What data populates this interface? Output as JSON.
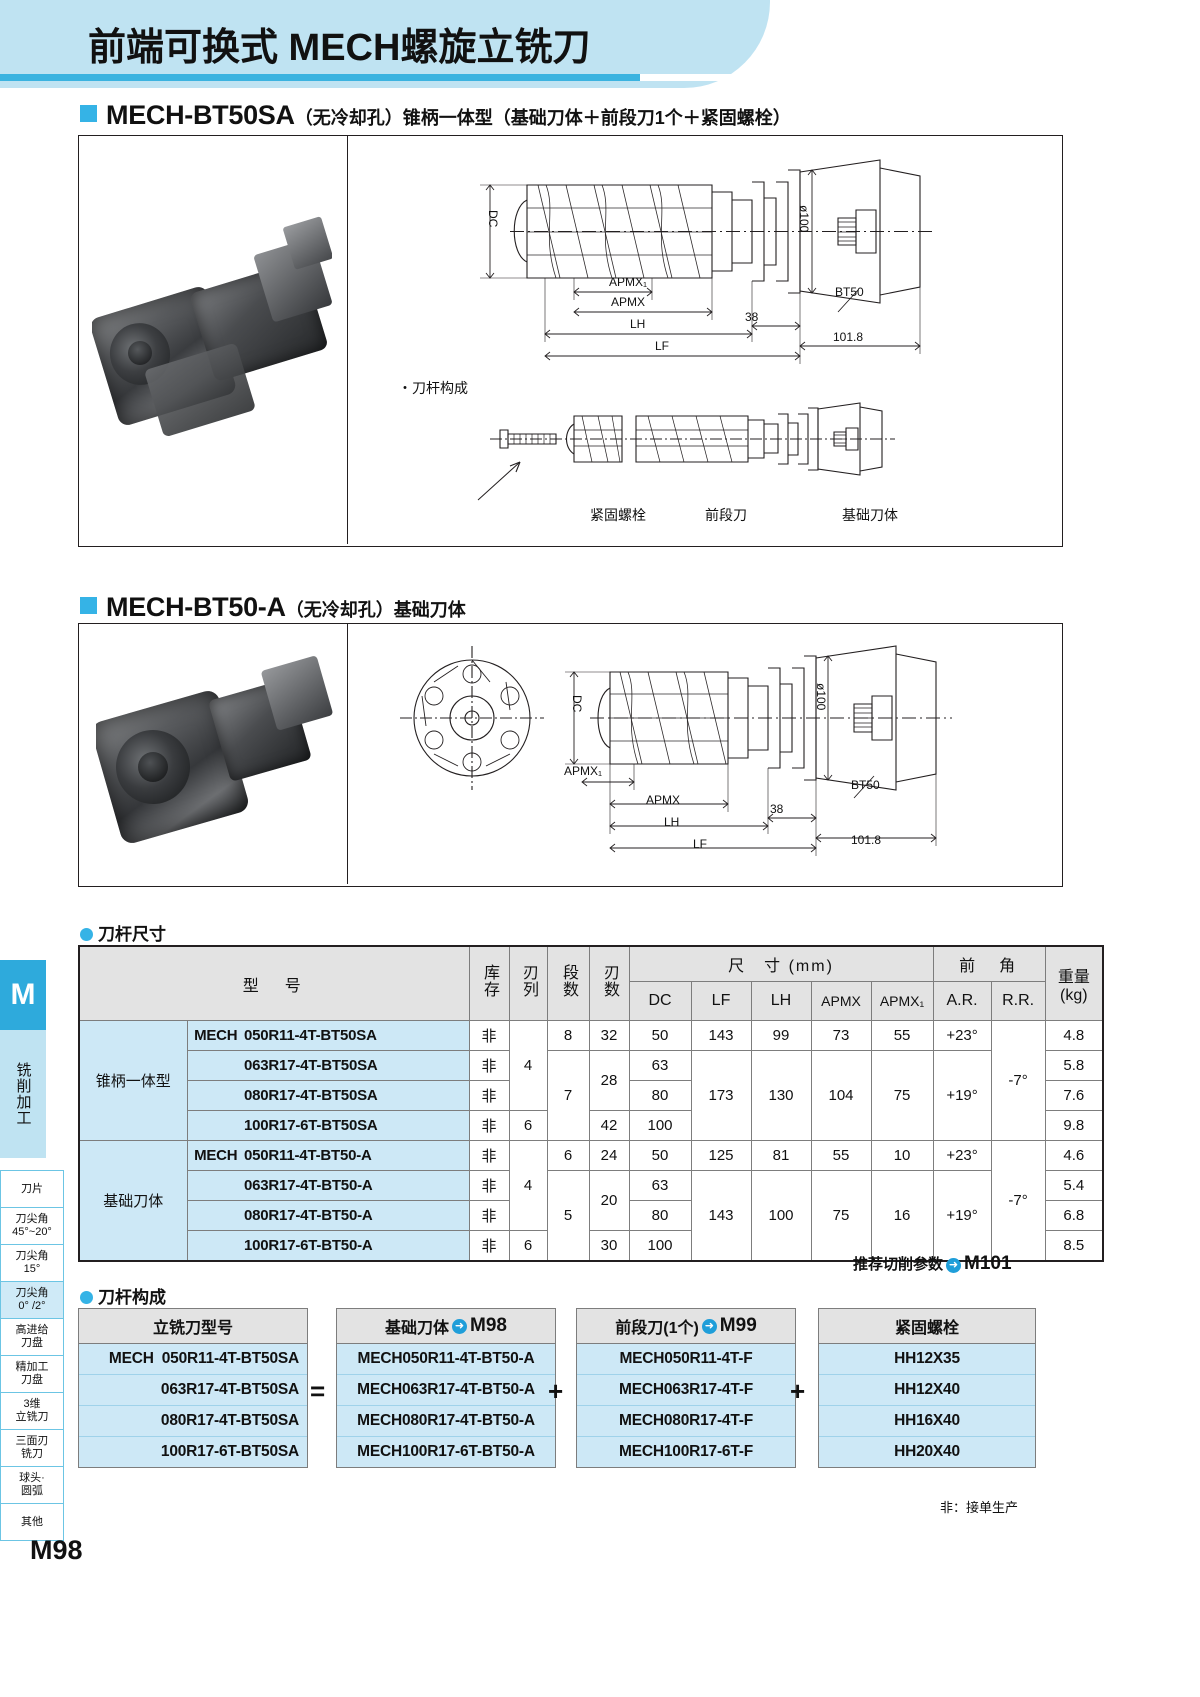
{
  "header": {
    "title": "前端可换式 MECH螺旋立铣刀"
  },
  "sections": [
    {
      "model": "MECH-BT50SA",
      "sub": "（无冷却孔）锥柄一体型（基础刀体＋前段刀1个＋紧固螺栓）"
    },
    {
      "model": "MECH-BT50-A",
      "sub": "（无冷却孔）基础刀体"
    }
  ],
  "figure1": {
    "labels": {
      "dc": "DC",
      "dia100": "ø100",
      "bt50": "BT50",
      "apmx1": "APMX₁",
      "apmx": "APMX",
      "lh": "LH",
      "lf": "LF",
      "len38": "38",
      "len1018": "101.8",
      "assembly_title": "・刀杆构成",
      "screw": "紧固螺栓",
      "front": "前段刀",
      "base": "基础刀体"
    }
  },
  "figure2": {
    "labels": {
      "dc": "DC",
      "dia100": "ø100",
      "bt50": "BT50",
      "apmx1": "APMX₁",
      "apmx": "APMX",
      "lh": "LH",
      "lf": "LF",
      "len38": "38",
      "len1018": "101.8"
    }
  },
  "sidebar": {
    "badge": "M",
    "category": "铣削加工",
    "items": [
      {
        "lines": [
          "刀片"
        ],
        "highlight": false
      },
      {
        "lines": [
          "刀尖角",
          "45°~20°"
        ],
        "highlight": false
      },
      {
        "lines": [
          "刀尖角",
          "15°"
        ],
        "highlight": false
      },
      {
        "lines": [
          "刀尖角",
          "0° /2°"
        ],
        "highlight": true
      },
      {
        "lines": [
          "高进给",
          "刀盘"
        ],
        "highlight": false
      },
      {
        "lines": [
          "精加工",
          "刀盘"
        ],
        "highlight": false
      },
      {
        "lines": [
          "3维",
          "立铣刀"
        ],
        "highlight": false
      },
      {
        "lines": [
          "三面刃",
          "铣刀"
        ],
        "highlight": false
      },
      {
        "lines": [
          "球头·",
          "圆弧"
        ],
        "highlight": false
      },
      {
        "lines": [
          "其他"
        ],
        "highlight": false
      }
    ]
  },
  "spec_table": {
    "title": "刀杆尺寸",
    "headers": {
      "model": "型　号",
      "stock": "库存",
      "flute_rows": "刃列",
      "stages": "段数",
      "flutes": "刃数",
      "dimensions": "尺　寸 (mm)",
      "rake": "前　角",
      "weight": "重量\n(kg)",
      "weight_l1": "重量",
      "weight_l2": "(kg)",
      "dc": "DC",
      "lf": "LF",
      "lh": "LH",
      "apmx": "APMX",
      "apmx1": "APMX₁",
      "ar": "A.R.",
      "rr": "R.R."
    },
    "groups": [
      {
        "name": "锥柄一体型",
        "prefix": "MECH",
        "rows": [
          {
            "model": "050R11-4T-BT50SA",
            "stock": "非",
            "flute_rows": "4",
            "stages": "8",
            "flutes": "32",
            "dc": "50",
            "lf": "143",
            "lh": "99",
            "apmx": "73",
            "apmx1": "55",
            "ar": "+23°",
            "rr": "-7°",
            "weight": "4.8"
          },
          {
            "model": "063R17-4T-BT50SA",
            "stock": "非",
            "flute_rows": "4",
            "stages": "7",
            "flutes": "28",
            "dc": "63",
            "lf": "173",
            "lh": "130",
            "apmx": "104",
            "apmx1": "75",
            "ar": "+19°",
            "rr": "-7°",
            "weight": "5.8"
          },
          {
            "model": "080R17-4T-BT50SA",
            "stock": "非",
            "flute_rows": "4",
            "stages": "7",
            "flutes": "28",
            "dc": "80",
            "lf": "173",
            "lh": "130",
            "apmx": "104",
            "apmx1": "75",
            "ar": "+19°",
            "rr": "-7°",
            "weight": "7.6"
          },
          {
            "model": "100R17-6T-BT50SA",
            "stock": "非",
            "flute_rows": "6",
            "stages": "7",
            "flutes": "42",
            "dc": "100",
            "lf": "173",
            "lh": "130",
            "apmx": "104",
            "apmx1": "75",
            "ar": "+19°",
            "rr": "-7°",
            "weight": "9.8"
          }
        ]
      },
      {
        "name": "基础刀体",
        "prefix": "MECH",
        "rows": [
          {
            "model": "050R11-4T-BT50-A",
            "stock": "非",
            "flute_rows": "4",
            "stages": "6",
            "flutes": "24",
            "dc": "50",
            "lf": "125",
            "lh": "81",
            "apmx": "55",
            "apmx1": "10",
            "ar": "+23°",
            "rr": "-7°",
            "weight": "4.6"
          },
          {
            "model": "063R17-4T-BT50-A",
            "stock": "非",
            "flute_rows": "4",
            "stages": "5",
            "flutes": "20",
            "dc": "63",
            "lf": "143",
            "lh": "100",
            "apmx": "75",
            "apmx1": "16",
            "ar": "+19°",
            "rr": "-7°",
            "weight": "5.4"
          },
          {
            "model": "080R17-4T-BT50-A",
            "stock": "非",
            "flute_rows": "4",
            "stages": "5",
            "flutes": "20",
            "dc": "80",
            "lf": "143",
            "lh": "100",
            "apmx": "75",
            "apmx1": "16",
            "ar": "+19°",
            "rr": "-7°",
            "weight": "6.8"
          },
          {
            "model": "100R17-6T-BT50-A",
            "stock": "非",
            "flute_rows": "6",
            "stages": "5",
            "flutes": "30",
            "dc": "100",
            "lf": "143",
            "lh": "100",
            "apmx": "75",
            "apmx1": "16",
            "ar": "+19°",
            "rr": "-7°",
            "weight": "8.5"
          }
        ]
      }
    ],
    "note": "推荐切削参数",
    "note_ref": "M101"
  },
  "comp_table": {
    "title": "刀杆构成",
    "columns": [
      {
        "head": "立铣刀型号",
        "ref": ""
      },
      {
        "head": "基础刀体",
        "ref": "M98"
      },
      {
        "head": "前段刀(1个)",
        "ref": "M99"
      },
      {
        "head": "紧固螺栓",
        "ref": ""
      }
    ],
    "prefix": "MECH",
    "rows": [
      {
        "endmill": "050R11-4T-BT50SA",
        "base": "MECH050R11-4T-BT50-A",
        "front": "MECH050R11-4T-F",
        "screw": "HH12X35"
      },
      {
        "endmill": "063R17-4T-BT50SA",
        "base": "MECH063R17-4T-BT50-A",
        "front": "MECH063R17-4T-F",
        "screw": "HH12X40"
      },
      {
        "endmill": "080R17-4T-BT50SA",
        "base": "MECH080R17-4T-BT50-A",
        "front": "MECH080R17-4T-F",
        "screw": "HH16X40"
      },
      {
        "endmill": "100R17-6T-BT50SA",
        "base": "MECH100R17-6T-BT50-A",
        "front": "MECH100R17-6T-F",
        "screw": "HH20X40"
      }
    ],
    "op_equals": "=",
    "op_plus": "+"
  },
  "footer": {
    "note": "非：接单生产",
    "page": "M98"
  }
}
